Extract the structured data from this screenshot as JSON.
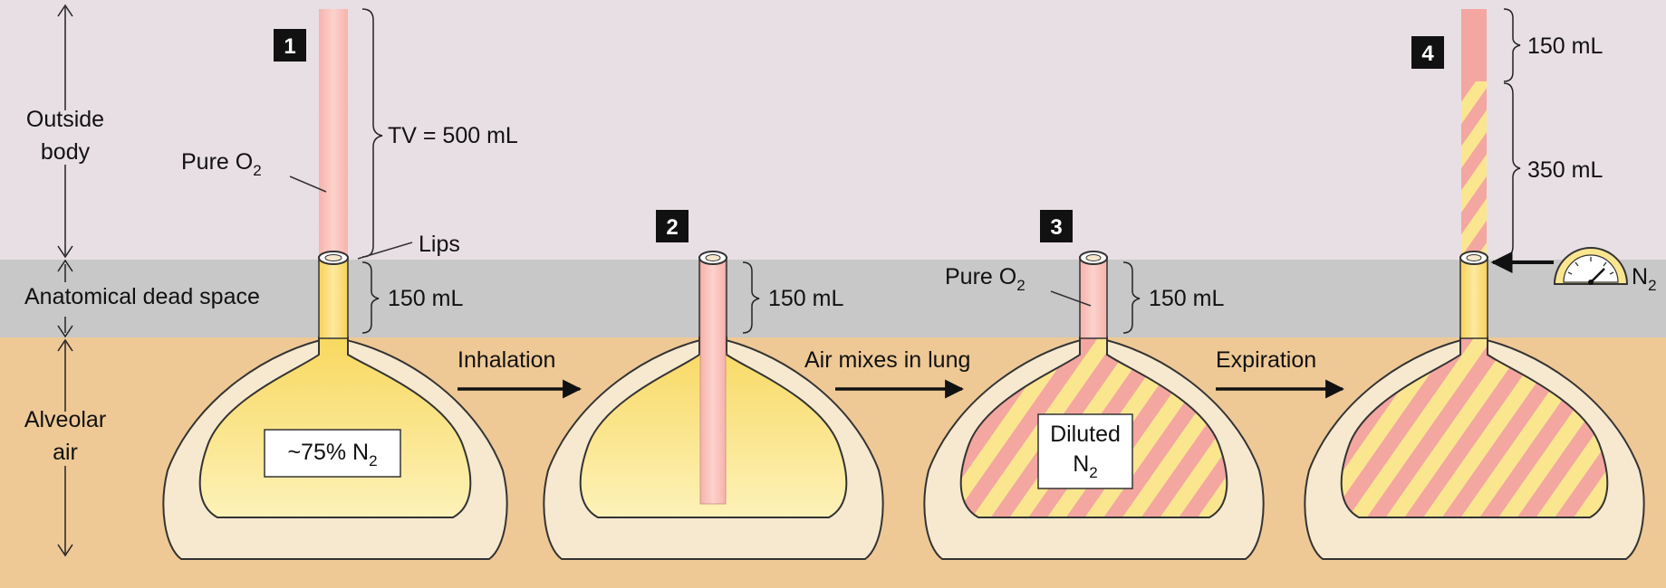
{
  "zones": {
    "outside_label_1": "Outside",
    "outside_label_2": "body",
    "dead_space_label": "Anatomical dead space",
    "alveolar_label_1": "Alveolar",
    "alveolar_label_2": "air"
  },
  "steps": [
    {
      "number": "1",
      "gas_label": "Pure O",
      "gas_sub": "2",
      "tv_label": "TV = 500 mL",
      "lips_label": "Lips",
      "dead_space_volume": "150 mL",
      "box_main": "~75% N",
      "box_sub": "2"
    },
    {
      "number": "2",
      "dead_space_volume": "150 mL"
    },
    {
      "number": "3",
      "gas_label": "Pure O",
      "gas_sub": "2",
      "dead_space_volume": "150 mL",
      "box_line1": "Diluted",
      "box_line2": "N",
      "box_sub": "2"
    },
    {
      "number": "4",
      "upper_volume": "150 mL",
      "lower_volume": "350 mL",
      "meter_label": "N",
      "meter_sub": "2"
    }
  ],
  "transitions": [
    "Inhalation",
    "Air mixes in lung",
    "Expiration"
  ],
  "colors": {
    "outside_bg": "#e8dfe4",
    "dead_space_bg": "#c8c8c8",
    "alveolar_bg": "#eec996",
    "pink": "#f4a6a0",
    "yellow": "#fbe690",
    "lung_wall": "#f6e9cf"
  }
}
